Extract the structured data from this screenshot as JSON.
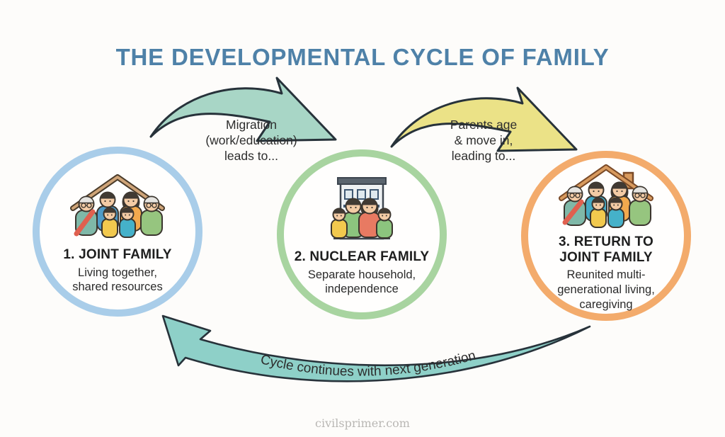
{
  "page": {
    "title": "THE DEVELOPMENTAL CYCLE OF FAMILY",
    "title_color": "#4e81a8",
    "watermark": "civilsprimer.com"
  },
  "stages": [
    {
      "heading": "1. JOINT FAMILY",
      "description": "Living together,\nshared resources",
      "ring_color": "#a9cde9",
      "icon": "joint-family-under-roof"
    },
    {
      "heading": "2. NUCLEAR FAMILY",
      "description": "Separate household,\nindependence",
      "ring_color": "#a8d4a0",
      "icon": "nuclear-family-apartment-building"
    },
    {
      "heading": "3. RETURN TO\nJOINT FAMILY",
      "description": "Reunited multi-\ngenerational living,\ncaregiving",
      "ring_color": "#f3ab6c",
      "icon": "multigenerational-family-under-roof"
    }
  ],
  "arrows": [
    {
      "label": "Migration\n(work/education)\nleads to...",
      "color": "#a8d6c6",
      "direction": "stage1-to-stage2"
    },
    {
      "label": "Parents age\n& move in,\nleading to...",
      "color": "#ebe287",
      "direction": "stage2-to-stage3"
    },
    {
      "label": "Cycle continues with next generation",
      "color": "#8ed0c8",
      "direction": "stage3-to-stage1"
    }
  ]
}
